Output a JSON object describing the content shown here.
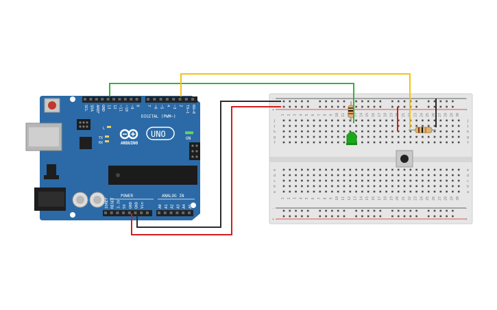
{
  "arduino": {
    "brand": "ARDUINO",
    "model": "UNO",
    "on_label": "ON",
    "tx_label": "TX",
    "rx_label": "RX",
    "l_label": "L",
    "digital_label": "DIGITAL (PWM~)",
    "power_label": "POWER",
    "analog_label": "ANALOG IN",
    "top_pins": [
      "SCL",
      "SDA",
      "AREF",
      "GND",
      "13",
      "12",
      "~11",
      "~10",
      "~9",
      "8",
      "7",
      "~6",
      "~5",
      "4",
      "~3",
      "2",
      "TX→1",
      "RX←0"
    ],
    "bottom_pins": [
      "IOREF",
      "RESET",
      "3.3V",
      "5V",
      "GND",
      "GND",
      "Vin",
      "A0",
      "A1",
      "A2",
      "A3",
      "A4",
      "A5"
    ],
    "colors": {
      "board": "#2b6aa6",
      "header": "#222222",
      "usb": "#b7b7b7",
      "jack": "#1d1d1d"
    }
  },
  "breadboard": {
    "row_letters_top": [
      "j",
      "i",
      "h",
      "g",
      "f"
    ],
    "row_letters_bottom": [
      "e",
      "d",
      "c",
      "b",
      "a"
    ],
    "columns": [
      "1",
      "2",
      "3",
      "4",
      "5",
      "6",
      "7",
      "8",
      "9",
      "10",
      "11",
      "12",
      "13",
      "14",
      "15",
      "16",
      "17",
      "18",
      "19",
      "20",
      "21",
      "22",
      "23",
      "24",
      "25",
      "26",
      "27",
      "28",
      "29",
      "30"
    ],
    "rail_plus": "+",
    "rail_minus": "-",
    "colors": {
      "body": "#e6e6e6",
      "hole": "#4a4a4a",
      "rail_red": "#d22",
      "rail_black": "#333"
    }
  },
  "components": {
    "led": {
      "name": "LED",
      "color": "#1aa81a"
    },
    "resistor_1": {
      "name": "Resistor"
    },
    "resistor_2": {
      "name": "Resistor"
    },
    "button": {
      "name": "Pushbutton"
    }
  },
  "wires": {
    "green": "#38b038",
    "yellow": "#f2c21a",
    "black": "#2a2a2a",
    "red": "#d01c1c"
  }
}
